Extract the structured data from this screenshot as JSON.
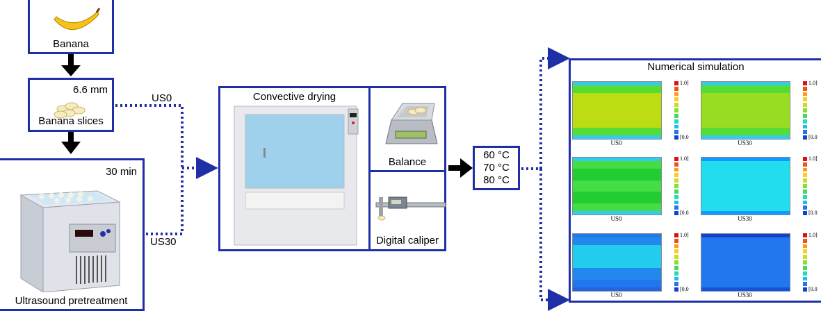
{
  "steps": {
    "banana": "Banana",
    "slice_thickness": "6.6 mm",
    "slices": "Banana slices",
    "pretreatment_time": "30 min",
    "pretreatment": "Ultrasound pretreatment",
    "drying": "Convective drying",
    "balance": "Balance",
    "caliper": "Digital caliper",
    "temps": [
      "60 °C",
      "70 °C",
      "80 °C"
    ],
    "simulation": "Numerical simulation"
  },
  "paths": {
    "us0": "US0",
    "us30": "US30"
  },
  "colorbar": {
    "max": "1.0]",
    "min": "[0.0"
  },
  "panels": [
    {
      "caption": "US0",
      "bands": [
        "#33ccee",
        "#55dd33",
        "#bbdd11",
        "#bbdd11",
        "#bbdd11",
        "#55dd33",
        "#33ccee"
      ]
    },
    {
      "caption": "US30",
      "bands": [
        "#33ccee",
        "#55dd33",
        "#99dd22",
        "#99dd22",
        "#99dd22",
        "#55dd33",
        "#33ccee"
      ]
    },
    {
      "caption": "US0",
      "bands": [
        "#33ccee",
        "#44dd44",
        "#22cc33",
        "#44dd44",
        "#22cc33",
        "#44dd44",
        "#33ccee"
      ]
    },
    {
      "caption": "US30",
      "bands": [
        "#1199ff",
        "#22ddee",
        "#22ddee",
        "#22ddee",
        "#22ddee",
        "#22ddee",
        "#1199ff"
      ]
    },
    {
      "caption": "US0",
      "bands": [
        "#2277ee",
        "#2288ee",
        "#22ccee",
        "#22ccee",
        "#2288ee",
        "#2277ee",
        "#2266dd"
      ]
    },
    {
      "caption": "US30",
      "bands": [
        "#1144cc",
        "#2277ee",
        "#2277ee",
        "#2277ee",
        "#2277ee",
        "#2277ee",
        "#1155dd"
      ]
    }
  ],
  "colors": {
    "frame": "#1f2fa6",
    "arrow": "#000000"
  }
}
